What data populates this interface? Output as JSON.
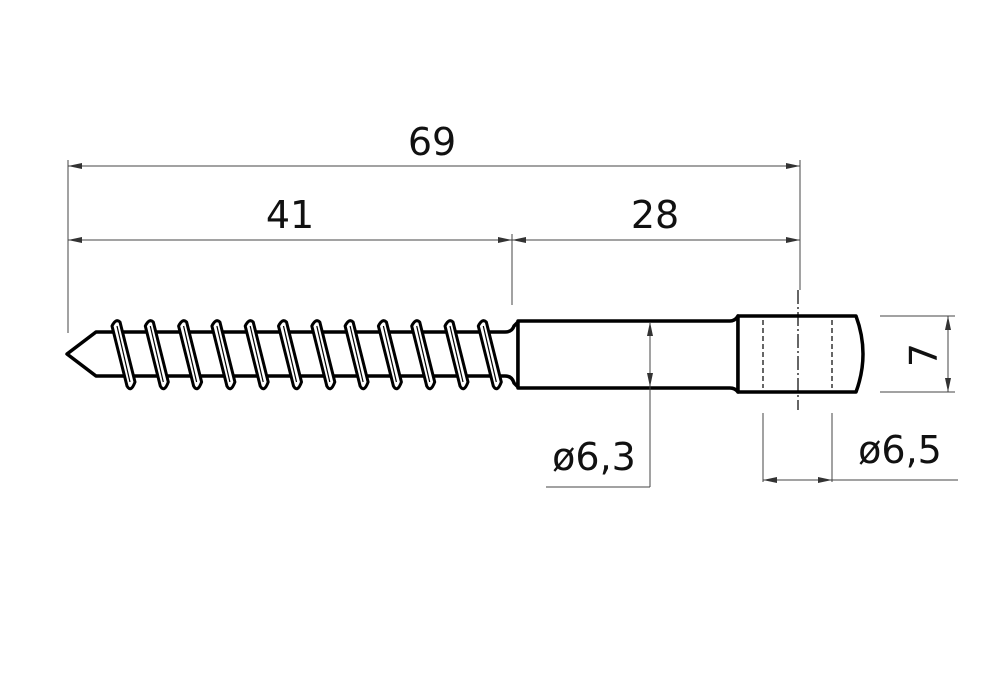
{
  "drawing": {
    "overall_length": "69",
    "thread_length": "41",
    "shank_length": "28",
    "shank_diameter": "ø6,3",
    "head_hole_diameter": "ø6,5",
    "head_height": "7",
    "thread_count": 12,
    "line_color": "#000000"
  }
}
